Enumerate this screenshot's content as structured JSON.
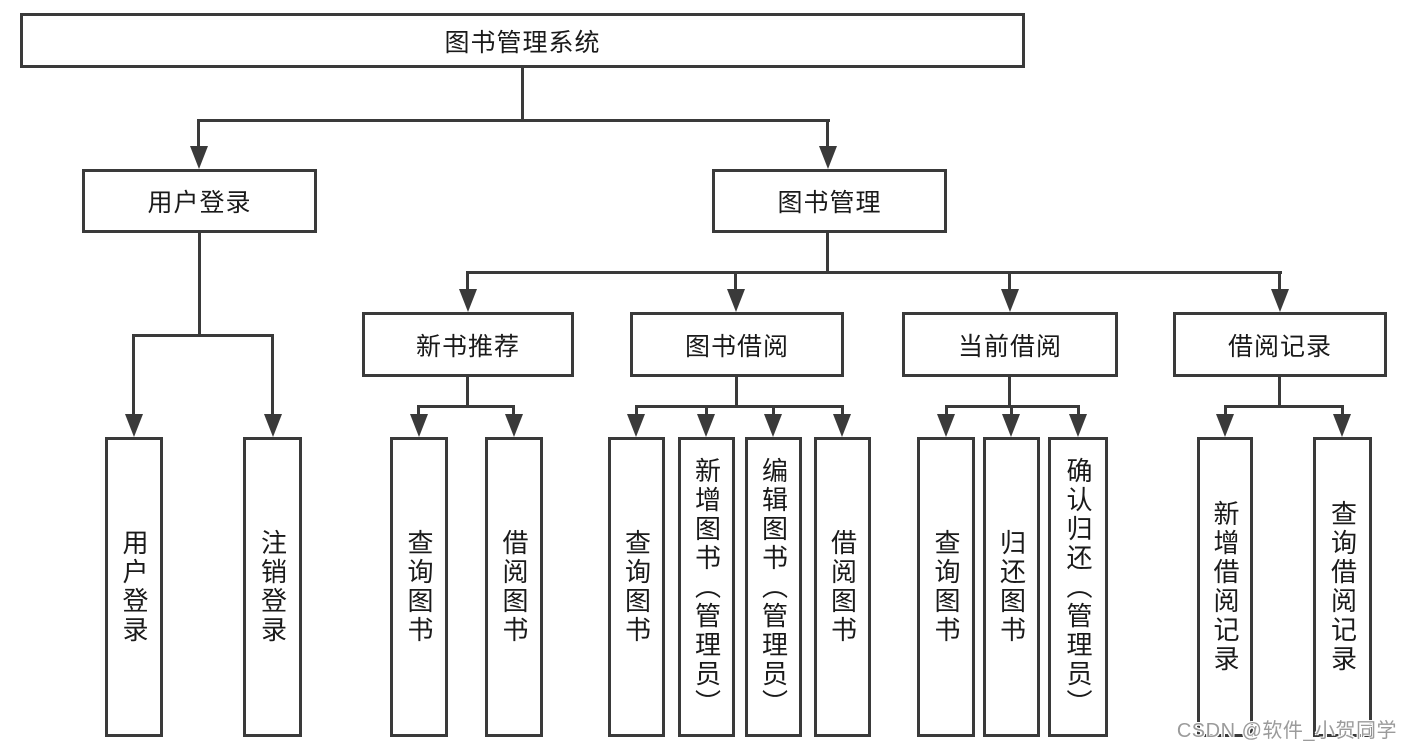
{
  "diagram": {
    "root": {
      "label": "图书管理系统",
      "children": [
        {
          "label": "用户登录",
          "children": [
            {
              "label": "用户登录"
            },
            {
              "label": "注销登录"
            }
          ]
        },
        {
          "label": "图书管理",
          "children": [
            {
              "label": "新书推荐",
              "children": [
                {
                  "label": "查询图书"
                },
                {
                  "label": "借阅图书"
                }
              ]
            },
            {
              "label": "图书借阅",
              "children": [
                {
                  "label": "查询图书"
                },
                {
                  "label": "新增图书（管理员）"
                },
                {
                  "label": "编辑图书（管理员）"
                },
                {
                  "label": "借阅图书"
                }
              ]
            },
            {
              "label": "当前借阅",
              "children": [
                {
                  "label": "查询图书"
                },
                {
                  "label": "归还图书"
                },
                {
                  "label": "确认归还（管理员）"
                }
              ]
            },
            {
              "label": "借阅记录",
              "children": [
                {
                  "label": "新增借阅记录"
                },
                {
                  "label": "查询借阅记录"
                }
              ]
            }
          ]
        }
      ]
    }
  },
  "watermark": {
    "text": "CSDN @软件_小贺同学"
  },
  "colors": {
    "line": "#3a3a3a",
    "text": "#1a1a1a",
    "watermark": "#9b9b9b",
    "background": "#ffffff"
  }
}
